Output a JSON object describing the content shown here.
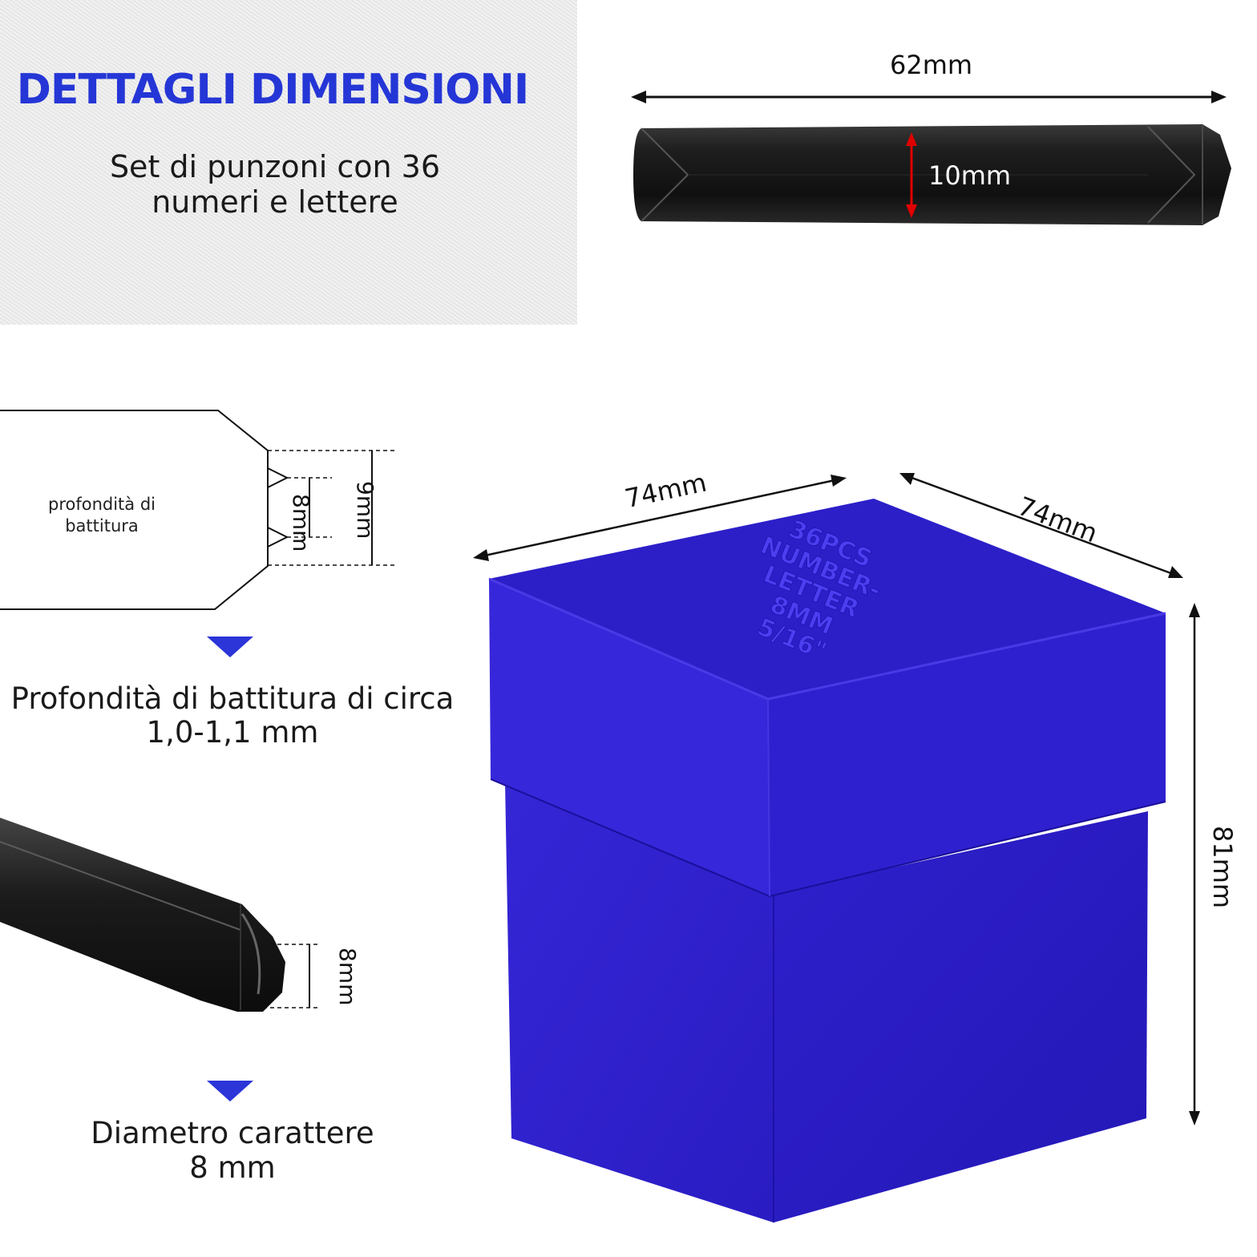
{
  "header": {
    "title": "DETTAGLI DIMENSIONI",
    "subtitle_line1": "Set di punzoni con 36",
    "subtitle_line2": "numeri e lettere"
  },
  "punch_top": {
    "length_label": "62mm",
    "width_label": "10mm"
  },
  "strike_diagram": {
    "label_line1": "profondità di",
    "label_line2": "battitura",
    "inner_dim": "8mm",
    "outer_dim": "9mm",
    "caption_line1": "Profondità di battitura di circa",
    "caption_line2": "1,0-1,1 mm"
  },
  "punch_tip": {
    "dim": "8mm",
    "caption_line1": "Diametro carattere",
    "caption_line2": "8 mm"
  },
  "box": {
    "width_label": "74mm",
    "depth_label": "74mm",
    "height_label": "81mm",
    "lid_text": [
      "36PCS",
      "NUMBER-",
      "LETTER",
      "8MM",
      "5/16\""
    ]
  },
  "colors": {
    "title_blue": "#2536d6",
    "box_blue": "#2a1fc4",
    "marker_blue": "#2b35d8",
    "arrow_red": "#e00000"
  }
}
